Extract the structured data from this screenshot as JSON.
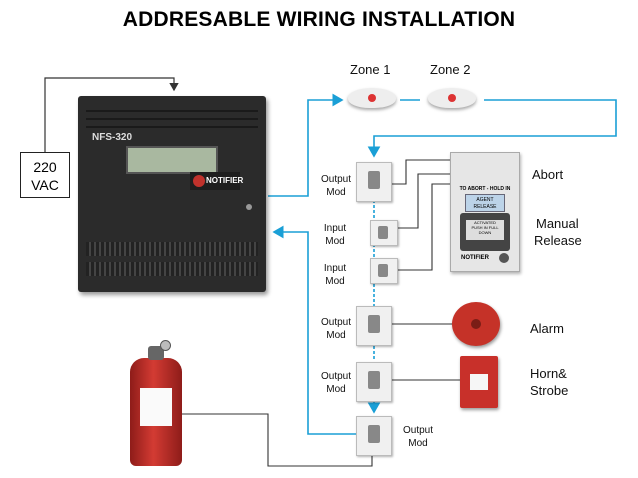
{
  "title": "ADDRESABLE WIRING INSTALLATION",
  "power": {
    "line1": "220",
    "line2": "VAC"
  },
  "panel": {
    "brand": "NFS-320",
    "logo": "NOTIFIER"
  },
  "zones": {
    "zone1": "Zone 1",
    "zone2": "Zone 2"
  },
  "modules": [
    {
      "line1": "Output",
      "line2": "Mod"
    },
    {
      "line1": "Input",
      "line2": "Mod"
    },
    {
      "line1": "Input",
      "line2": "Mod"
    },
    {
      "line1": "Output",
      "line2": "Mod"
    },
    {
      "line1": "Output",
      "line2": "Mod"
    },
    {
      "line1": "Output",
      "line2": "Mod"
    }
  ],
  "devices": {
    "abort": "Abort",
    "manual_line1": "Manual",
    "manual_line2": "Release",
    "alarm": "Alarm",
    "horn_line1": "Horn&",
    "horn_line2": "Strobe"
  },
  "station": {
    "header": "TO ABORT - HOLD IN",
    "button": "AGENT RELEASE",
    "activated": "ACTIVATED",
    "push": "PUSH IN FULL DOWN",
    "foot": "NOTIFIER"
  },
  "colors": {
    "wire_blue": "#1a9fd6",
    "wire_dark": "#333333"
  }
}
